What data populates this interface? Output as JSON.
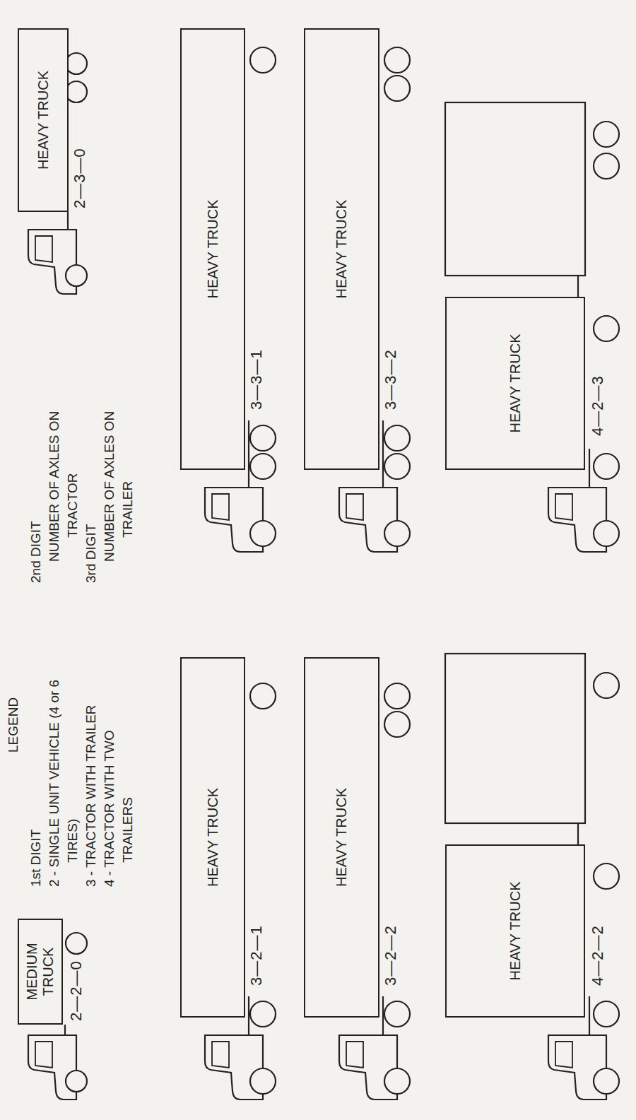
{
  "diagram": {
    "nodes": [
      {
        "text": [
          "MEDIUM TRUCK"
        ]
      },
      {
        "text": [
          "HEAVY TRUCK"
        ]
      },
      {
        "text": [
          "HEAVY TRUCK"
        ]
      },
      {
        "text": [
          "HEAVY TRUCK"
        ]
      },
      {
        "text": [
          "HEAVY TRUCK"
        ]
      },
      {
        "text": [
          "HEAVY TRUCK"
        ]
      },
      {
        "text": [
          "HEAVY TRUCK"
        ]
      },
      {
        "text": [
          "HEAVY TRUCK"
        ]
      }
    ],
    "labels": [
      "LEGEND",
      "1st DIGIT",
      "2 - SINGLE UNIT VEHICLE (4 or 6 TIRES)",
      "3 - TRACTOR WITH TRAILER",
      "4 - TRACTOR WITH TWO TRAILERS",
      "2nd DIGIT",
      "NUMBER OF AXLES ON TRACTOR",
      "3rd DIGIT",
      "NUMBER OF AXLES ON TRAILER",
      "2—2—0",
      "3—2—1",
      "3—2—2",
      "4—2—2",
      "2—3—0",
      "3—3—1",
      "3—3—2",
      "4—2—3"
    ]
  }
}
